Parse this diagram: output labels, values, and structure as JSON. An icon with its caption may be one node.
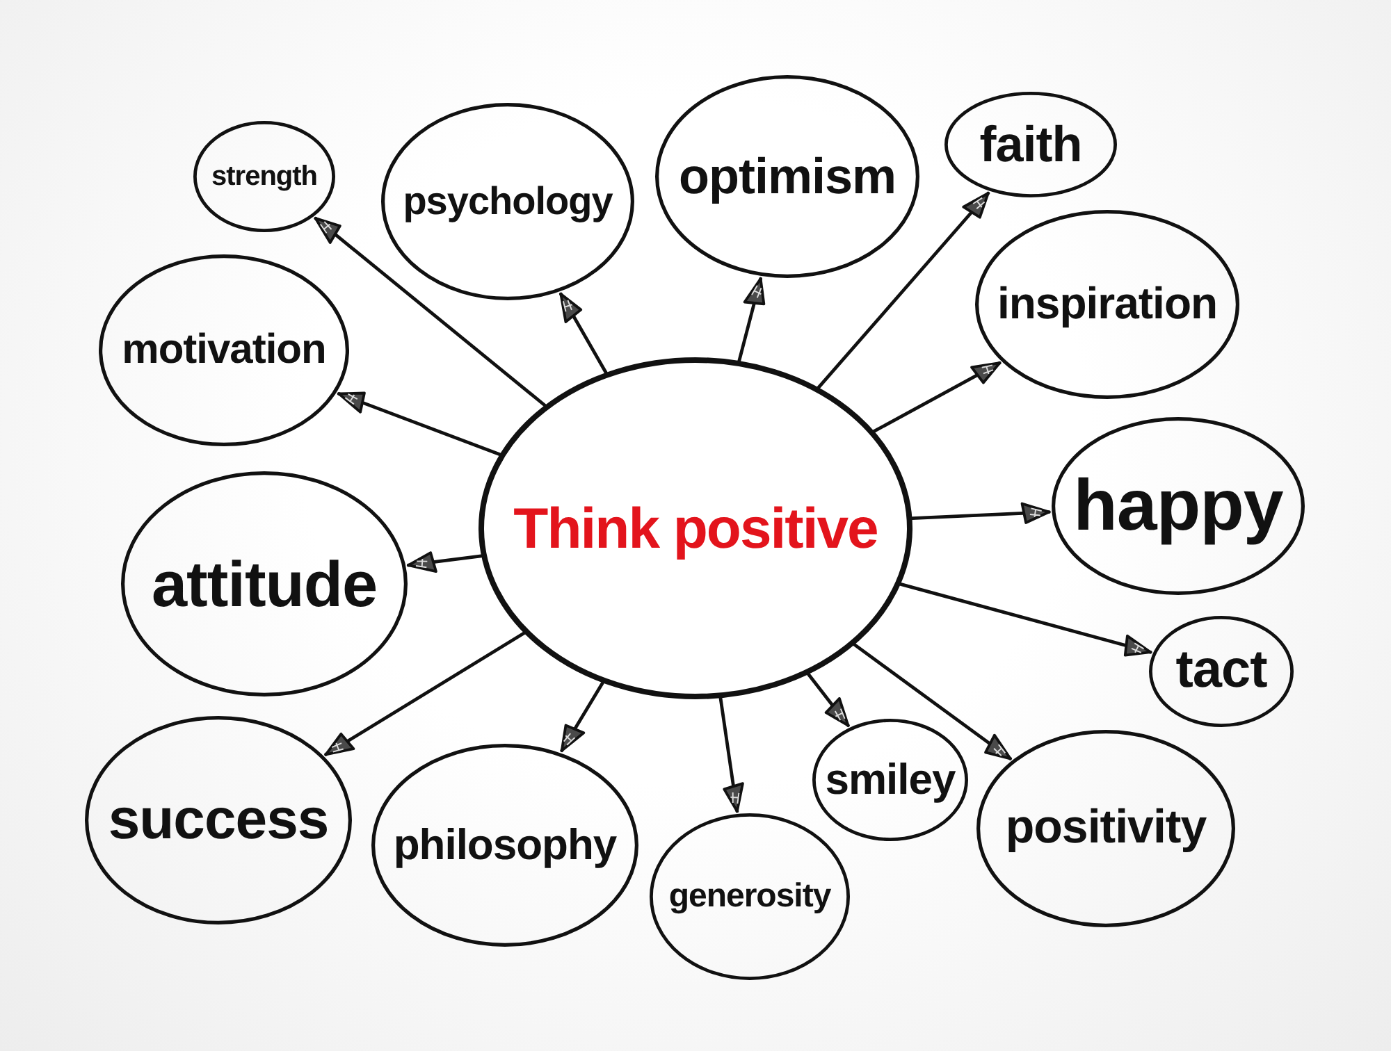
{
  "diagram": {
    "nodes": [
      {
        "text": [
          "Think positive"
        ]
      },
      {
        "text": [
          "strength"
        ]
      },
      {
        "text": [
          "psychology"
        ]
      },
      {
        "text": [
          "optimism"
        ]
      },
      {
        "text": [
          "faith"
        ]
      },
      {
        "text": [
          "inspiration"
        ]
      },
      {
        "text": [
          "motivation"
        ]
      },
      {
        "text": [
          "happy"
        ]
      },
      {
        "text": [
          "attitude"
        ]
      },
      {
        "text": [
          "tact"
        ]
      },
      {
        "text": [
          "success"
        ]
      },
      {
        "text": [
          "philosophy"
        ]
      },
      {
        "text": [
          "generosity"
        ]
      },
      {
        "text": [
          "smiley"
        ]
      },
      {
        "text": [
          "positivity"
        ]
      }
    ],
    "edges": [
      {
        "from": 0,
        "to": 1,
        "arrow": "to"
      },
      {
        "from": 0,
        "to": 2,
        "arrow": "to"
      },
      {
        "from": 0,
        "to": 3,
        "arrow": "to"
      },
      {
        "from": 0,
        "to": 4,
        "arrow": "to"
      },
      {
        "from": 0,
        "to": 5,
        "arrow": "to"
      },
      {
        "from": 0,
        "to": 6,
        "arrow": "to"
      },
      {
        "from": 0,
        "to": 7,
        "arrow": "to"
      },
      {
        "from": 0,
        "to": 8,
        "arrow": "to"
      },
      {
        "from": 0,
        "to": 9,
        "arrow": "to"
      },
      {
        "from": 0,
        "to": 10,
        "arrow": "to"
      },
      {
        "from": 0,
        "to": 11,
        "arrow": "to"
      },
      {
        "from": 0,
        "to": 12,
        "arrow": "to"
      },
      {
        "from": 0,
        "to": 13,
        "arrow": "to"
      },
      {
        "from": 0,
        "to": 14,
        "arrow": "to"
      }
    ]
  }
}
